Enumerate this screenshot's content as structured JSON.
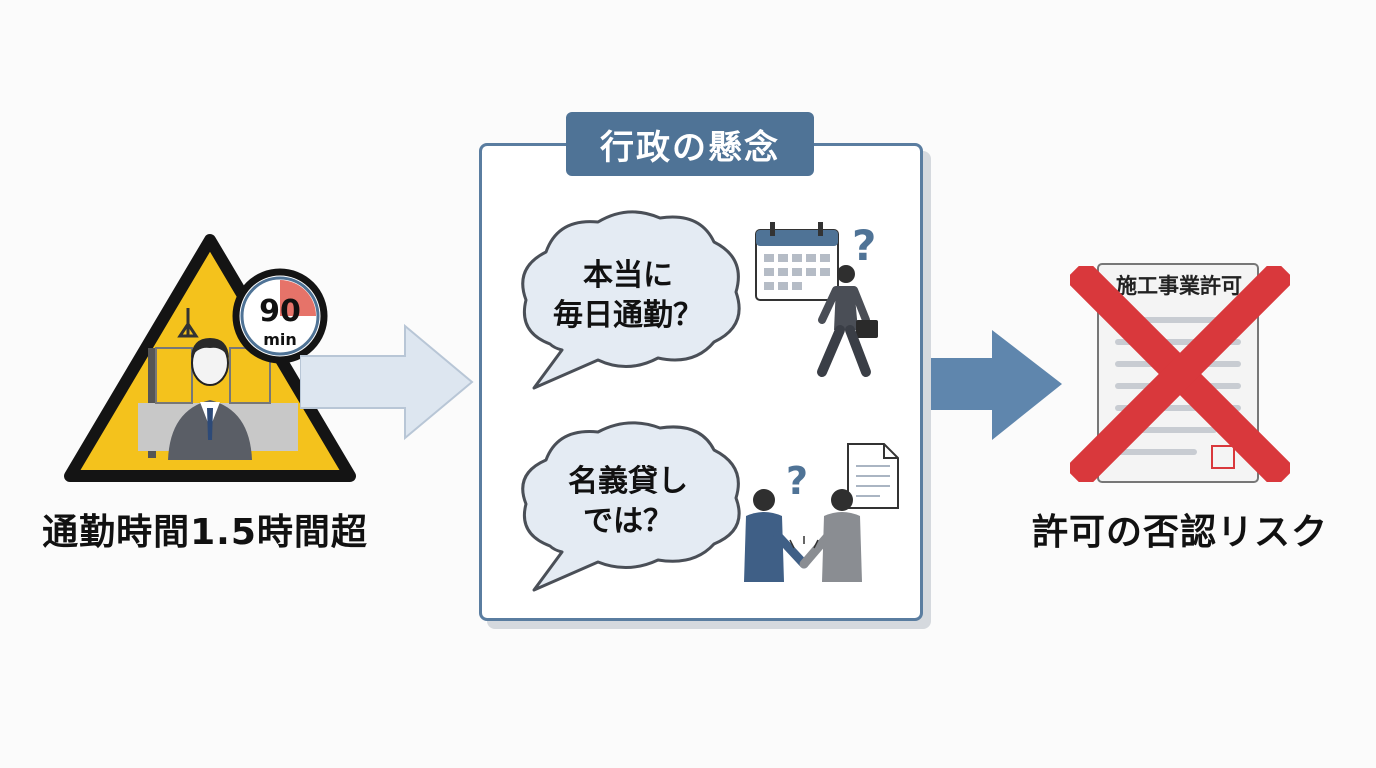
{
  "left": {
    "timer_value": "90",
    "timer_unit": "min",
    "caption": "通勤時間1.5時間超"
  },
  "center": {
    "title": "行政の懸念",
    "concern1": {
      "line1": "本当に",
      "line2": "毎日通勤？"
    },
    "concern2": {
      "line1": "名義貸し",
      "line2": "では？"
    }
  },
  "right": {
    "document_title": "施工事業許可",
    "caption": "許可の否認リスク"
  },
  "colors": {
    "warning_yellow": "#f4c21c",
    "panel_blue": "#4f7396",
    "arrow_light": "#dde6f0",
    "arrow_dark": "#5f86ad",
    "cross_red": "#d9383c",
    "timer_red": "#e25a4f"
  }
}
